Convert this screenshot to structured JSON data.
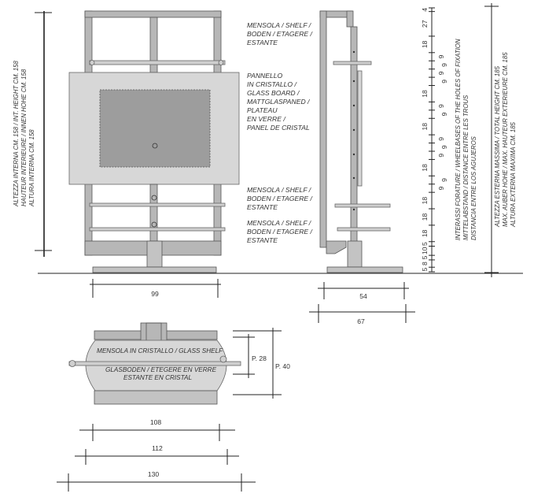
{
  "front": {
    "shelf_label_top": [
      "MENSOLA / SHELF /",
      "BODEN / ETAGERE /",
      "ESTANTE"
    ],
    "panel_label": [
      "PANNELLO",
      "IN CRISTALLO /",
      "GLASS BOARD /",
      "MATTGLASPANED /",
      "PLATEAU",
      "EN VERRE /",
      "PANEL DE CRISTAL"
    ],
    "shelf_label_mid": [
      "MENSOLA / SHELF /",
      "BODEN / ETAGERE /",
      "ESTANTE"
    ],
    "shelf_label_low": [
      "MENSOLA / SHELF /",
      "BODEN / ETAGERE /",
      "ESTANTE"
    ],
    "height_text": [
      "ALTEZZA INTERNA CM. 158 / INT. HEIGHT CM. 158",
      "HAUTEUR INTERIEURE / INNEN HOHE CM. 158",
      "ALTURA INTERNA CM. 158"
    ],
    "width_dim": "99"
  },
  "side": {
    "depth_dim_1": "54",
    "depth_dim_2": "67",
    "hole_spacing": [
      "4",
      "27",
      "18",
      "9",
      "9",
      "9",
      "9",
      "18",
      "9",
      "9",
      "18",
      "9",
      "9",
      "9",
      "18",
      "9",
      "9",
      "18",
      "18",
      "18",
      "5",
      "10",
      "5",
      "8",
      "5"
    ],
    "holes_text": [
      "INTERASSI FORATURE / WHEELBASES OF THE HOLES OF FIXATION",
      "MITTELABSTAND / DISTANCE ENTRE LES TROUS",
      "DISTANCIA ENTRE LOS AGUJEROS"
    ],
    "total_height_text": [
      "ALTEZZA ESTERNA MASSIMA / TOTAL HEIGHT CM. 185",
      "MAX. AUBER HOHE / MAX. HAUTEUR EXTERIEURE CM. 185",
      "ALTURA EXTERNA MAXIMA CM. 185"
    ]
  },
  "top": {
    "glass_label_1": "MENSOLA IN CRISTALLO / GLASS SHELF",
    "glass_label_2": "GLASBODEN / ETEGERE EN VERRE",
    "glass_label_3": "ESTANTE EN CRISTAL",
    "depth_dim_1": "P. 28",
    "depth_dim_2": "P. 40",
    "width_dim_1": "108",
    "width_dim_2": "112",
    "width_dim_3": "130"
  }
}
